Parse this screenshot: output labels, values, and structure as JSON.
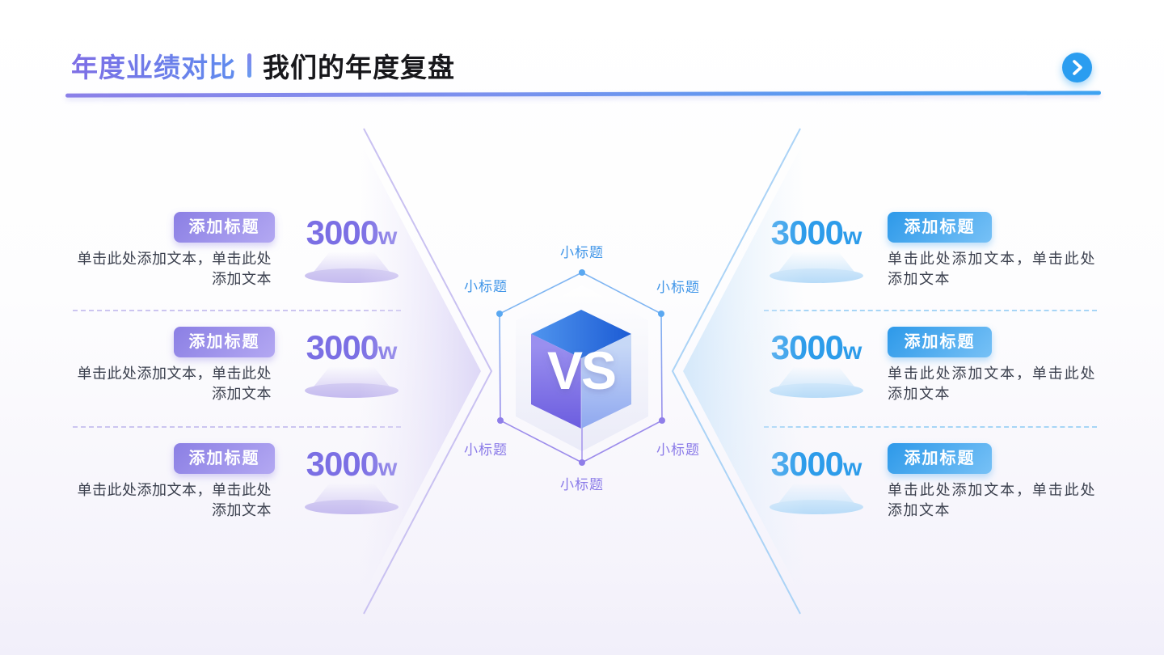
{
  "slide": {
    "header": {
      "title_highlight": "年度业绩对比",
      "title_main": "我们的年度复盘"
    },
    "center": {
      "vs_label": "VS",
      "labels": {
        "top": "小标题",
        "upper_left": "小标题",
        "upper_right": "小标题",
        "lower_left": "小标题",
        "lower_right": "小标题",
        "bottom": "小标题"
      }
    },
    "left_panel": {
      "items": [
        {
          "badge": "添加标题",
          "value": "3000",
          "unit": "w",
          "desc": "单击此处添加文本，单击此处添加文本"
        },
        {
          "badge": "添加标题",
          "value": "3000",
          "unit": "w",
          "desc": "单击此处添加文本，单击此处添加文本"
        },
        {
          "badge": "添加标题",
          "value": "3000",
          "unit": "w",
          "desc": "单击此处添加文本，单击此处添加文本"
        }
      ]
    },
    "right_panel": {
      "items": [
        {
          "badge": "添加标题",
          "value": "3000",
          "unit": "w",
          "desc": "单击此处添加文本，单击此处添加文本"
        },
        {
          "badge": "添加标题",
          "value": "3000",
          "unit": "w",
          "desc": "单击此处添加文本，单击此处添加文本"
        },
        {
          "badge": "添加标题",
          "value": "3000",
          "unit": "w",
          "desc": "单击此处添加文本，单击此处添加文本"
        }
      ]
    }
  },
  "colors": {
    "accent_purple": "#7B6FE4",
    "accent_blue": "#2D9CEA",
    "title_gradient_start": "#7E6EE5",
    "title_gradient_end": "#3EA2F1",
    "badge_purple_start": "#8B7FE4",
    "badge_purple_end": "#B3A8F2",
    "badge_blue_start": "#2D99E9",
    "badge_blue_end": "#77C1F6",
    "cube_top_start": "#5095EE",
    "cube_top_end": "#1C5BD4",
    "cube_left_start": "#9A8FEF",
    "cube_left_end": "#6C5DDF",
    "cube_right_start": "#C4D6F6",
    "cube_right_end": "#8AA4EF"
  }
}
